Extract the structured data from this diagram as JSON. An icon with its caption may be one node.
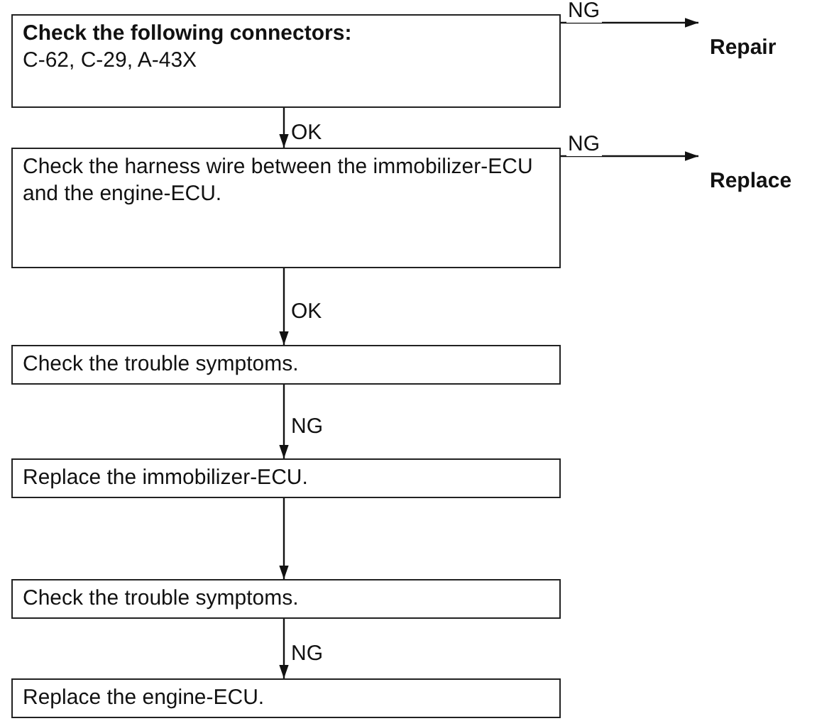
{
  "diagram": {
    "nodes": [
      {
        "text": [
          "Check the following connectors:",
          "C-62, C-29, A-43X"
        ]
      },
      {
        "text": [
          "Repair"
        ]
      },
      {
        "text": [
          "Check the harness wire between the immobilizer-ECU and the engine-ECU."
        ]
      },
      {
        "text": [
          "Replace"
        ]
      },
      {
        "text": [
          "Check the trouble symptoms."
        ]
      },
      {
        "text": [
          "Replace the immobilizer-ECU."
        ]
      },
      {
        "text": [
          "Check the trouble symptoms."
        ]
      },
      {
        "text": [
          "Replace the engine-ECU."
        ]
      }
    ],
    "edges": [
      {
        "from": 0,
        "to": 1,
        "arrow": "to",
        "label": "NG"
      },
      {
        "from": 0,
        "to": 2,
        "arrow": "to",
        "label": "OK"
      },
      {
        "from": 2,
        "to": 3,
        "arrow": "to",
        "label": "NG"
      },
      {
        "from": 2,
        "to": 4,
        "arrow": "to",
        "label": "OK"
      },
      {
        "from": 4,
        "to": 5,
        "arrow": "to",
        "label": "NG"
      },
      {
        "from": 5,
        "to": 6,
        "arrow": "to"
      },
      {
        "from": 6,
        "to": 7,
        "arrow": "to",
        "label": "NG"
      }
    ]
  }
}
